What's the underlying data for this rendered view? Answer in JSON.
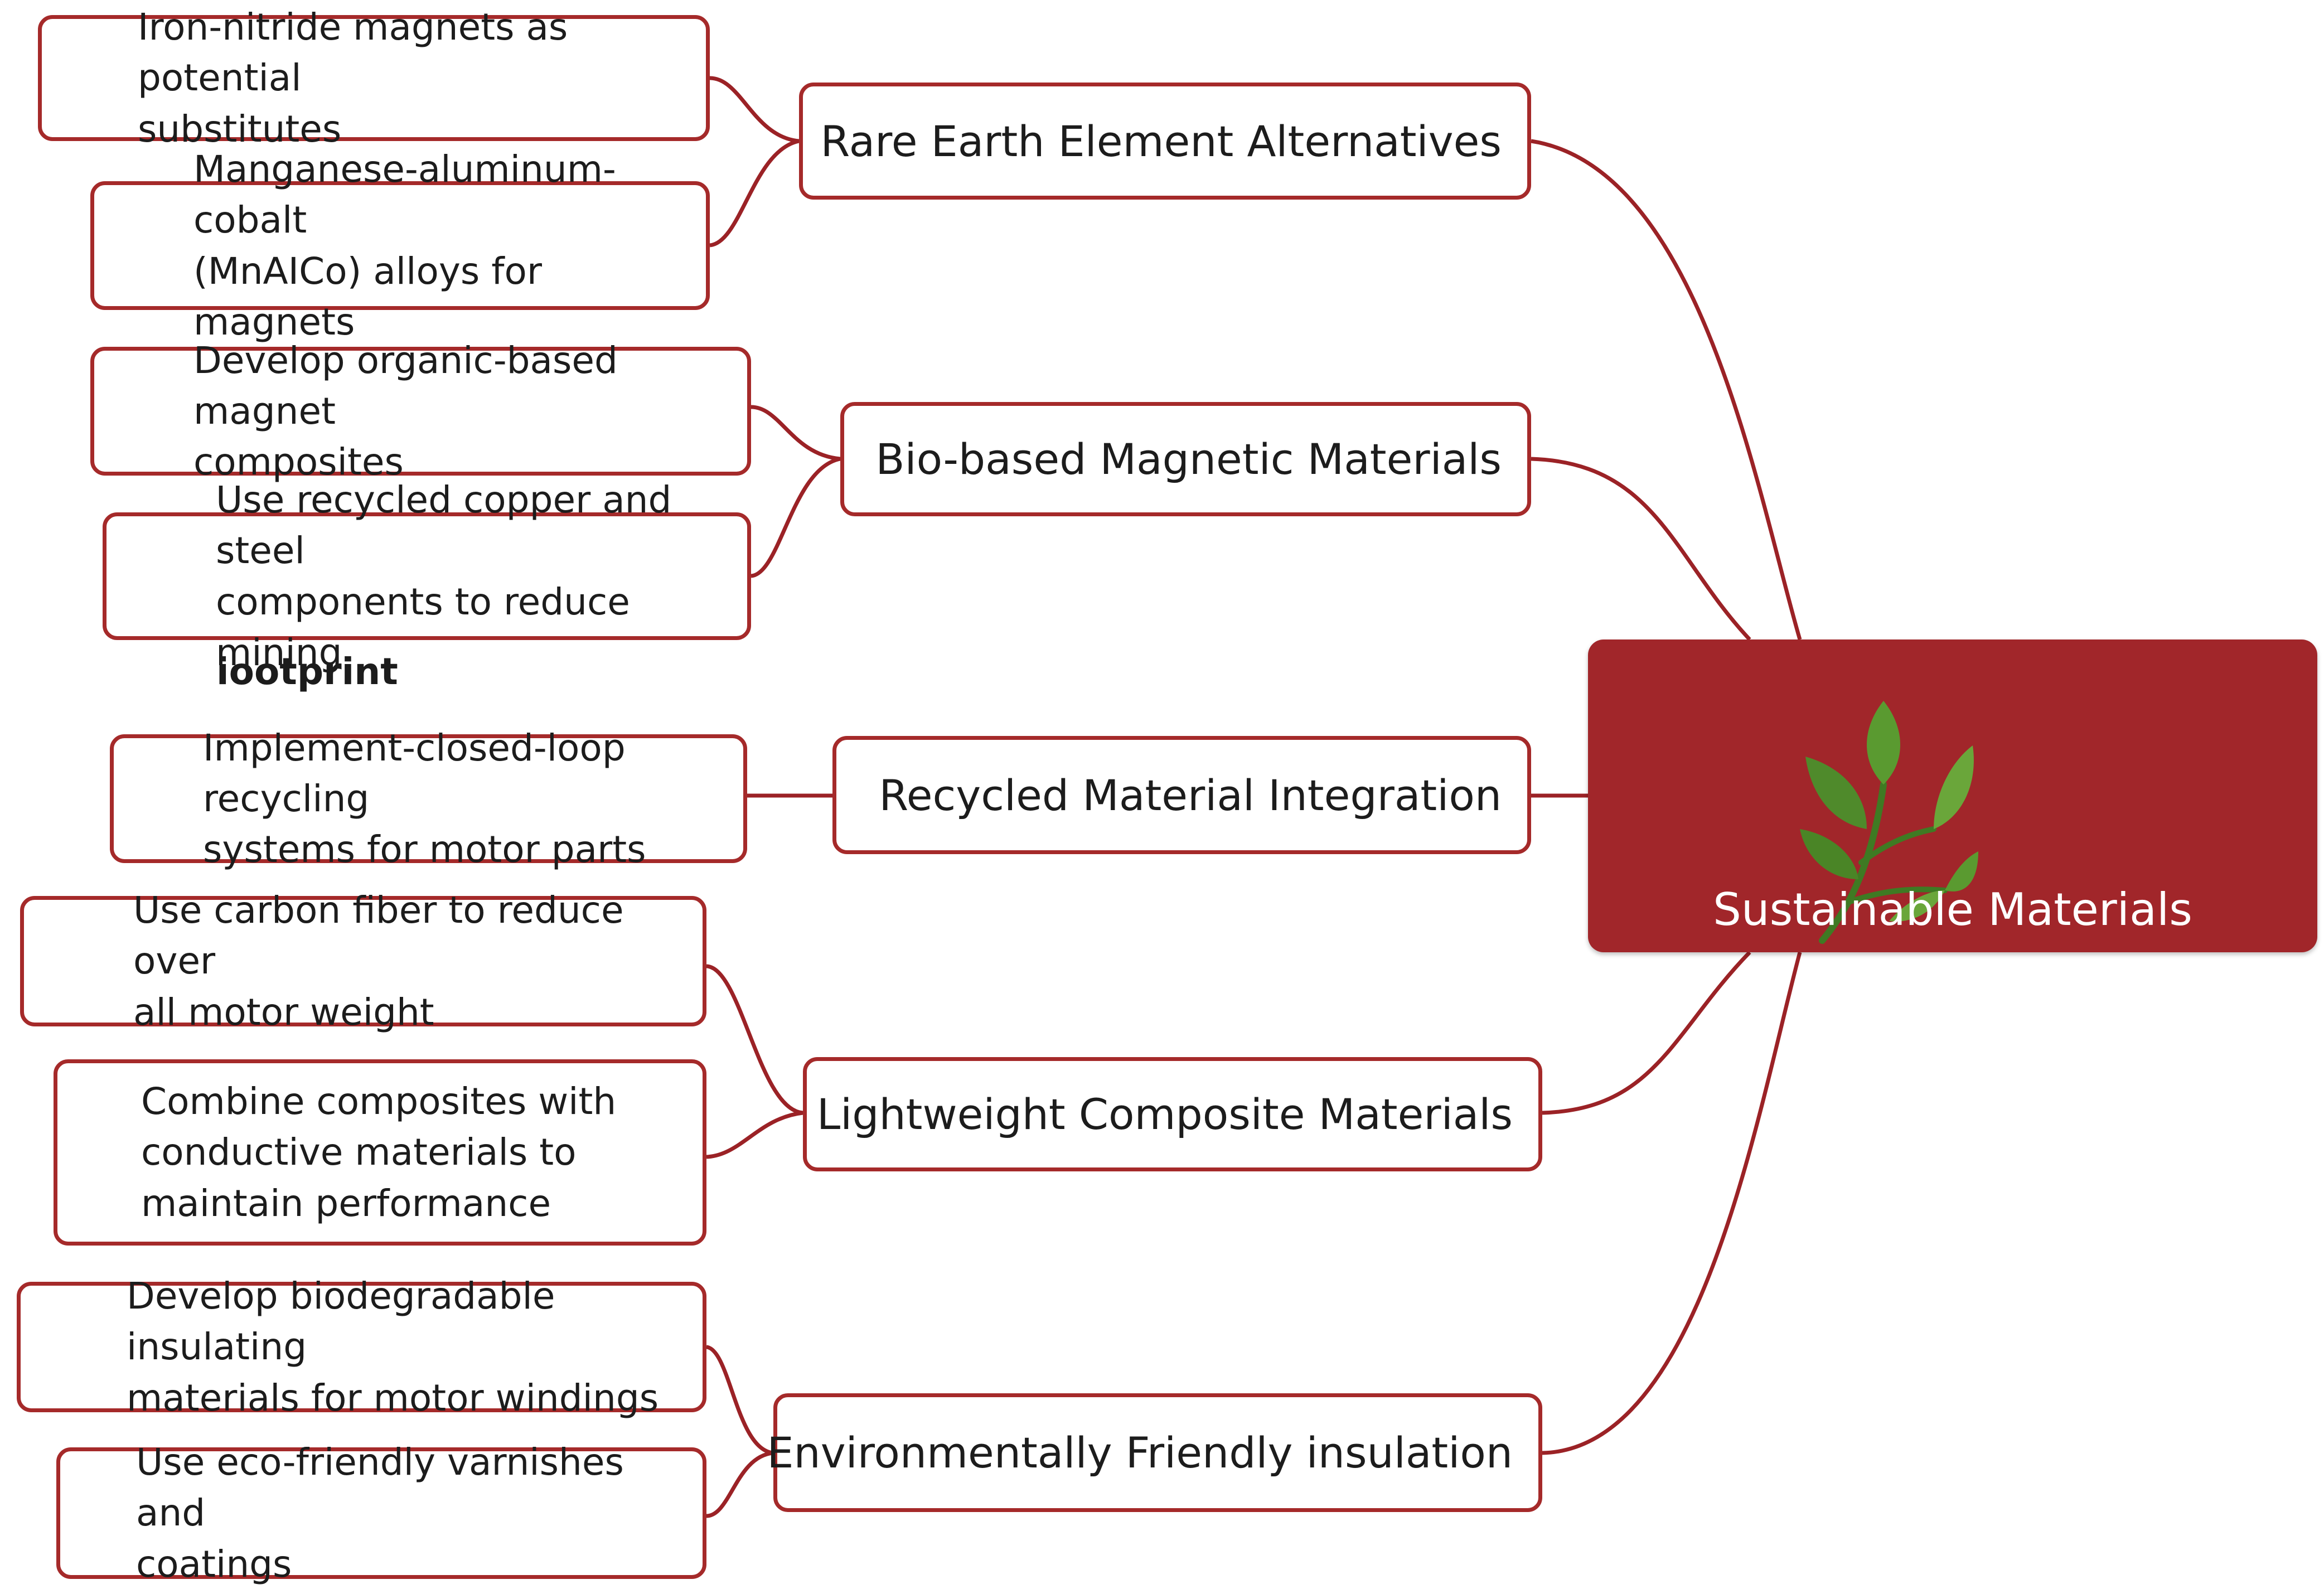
{
  "center": {
    "title": "Sustainable Materials",
    "icon": "plant-sprig-icon",
    "colors": {
      "fill": "#a1262a",
      "text": "#ffffff",
      "leaf": "#4f8a2b"
    }
  },
  "categories": [
    {
      "label": "Rare Earth Element Alternatives",
      "leaves": [
        "Iron-nitride magnets as potential\nsubstitutes",
        "Manganese-aluminum-cobalt\n(MnAICo) alloys for magnets"
      ]
    },
    {
      "label": "Bio-based Magnetic Materials",
      "leaves": [
        "Develop organic-based magnet\ncomposites",
        "Use recycled copper and steel\ncomponents to reduce mining"
      ]
    },
    {
      "label": "Recycled Material Integration",
      "leaves": [
        "Implement-closed-loop recycling\nsystems for motor parts"
      ]
    },
    {
      "label": "Lightweight Composite Materials",
      "leaves": [
        "Use carbon fiber to reduce over\nall motor weight",
        "Combine composites with\nconductive materials to\nmaintain performance"
      ]
    },
    {
      "label": "Environmentally Friendly insulation",
      "leaves": [
        "Develop biodegradable insulating\nmaterials for motor windings",
        "Use eco-friendly varnishes and\ncoatings"
      ]
    }
  ],
  "stray_text": "iootprint",
  "colors": {
    "border": "#a52a2a",
    "connector": "#9b2226",
    "background": "#ffffff"
  }
}
